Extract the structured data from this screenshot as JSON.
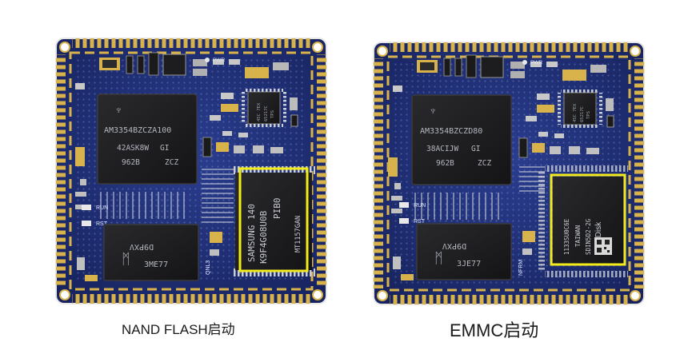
{
  "captions": {
    "left": "NAND FLASH启动",
    "right": "EMMC启动"
  },
  "left_board": {
    "soc": {
      "line1": "AM3354BZCZA100",
      "line2": "42ASK8W",
      "line2b": "GI",
      "line3": "962B",
      "line3b": "ZCZ"
    },
    "flash": {
      "line1": "SAMSUNG 140",
      "line2": "K9F4G08U0B",
      "line3": "PIB0",
      "line4": "MT1157GAN"
    },
    "ram": {
      "line1": "D9PXV",
      "line2": "3ME77"
    },
    "silk": {
      "pwr": "PWR",
      "run": "RUN",
      "rst": "RST",
      "ram_ref": "QNL3"
    },
    "pmic": {
      "line1": "TPS",
      "line2": "65217C",
      "line3": "45C 7EX"
    }
  },
  "right_board": {
    "soc": {
      "line1": "AM3354BZCZD80",
      "line2": "38ACIJW",
      "line2b": "GI",
      "line3": "962B",
      "line3b": "ZCZ"
    },
    "emmc": {
      "line1": "SanDisk",
      "line2": "SDIN5D2-2G",
      "line3": "TAIWAN",
      "line4": "1133SU0C6E"
    },
    "ram": {
      "line1": "D9PXV",
      "line2": "3JE77"
    },
    "silk": {
      "pwr": "PWR",
      "run": "RUN",
      "rst": "RST",
      "ram_ref": "NFRM"
    },
    "pmic": {
      "line1": "TPS",
      "line2": "65217C",
      "line3": "45C 7EX"
    }
  },
  "colors": {
    "pcb": "#1d2e74",
    "pcb_dark": "#141f55",
    "gold": "#d8b24a",
    "chip": "#1c1c1e",
    "highlight": "#f2ea1a"
  }
}
